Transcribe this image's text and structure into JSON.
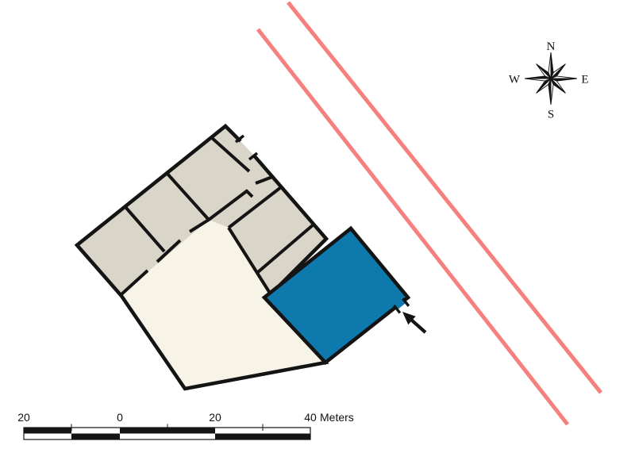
{
  "compass": {
    "north": "N",
    "south": "S",
    "east": "E",
    "west": "W"
  },
  "scale_bar": {
    "labels": [
      "20",
      "0",
      "20",
      "40"
    ],
    "unit": "Meters"
  },
  "colors": {
    "wall": "#141414",
    "hall_fill": "#f7f3e7",
    "room_fill": "#d9d5c9",
    "highlight_room_fill": "#0e79ad",
    "road_line": "#f5807d",
    "background": "#ffffff"
  }
}
